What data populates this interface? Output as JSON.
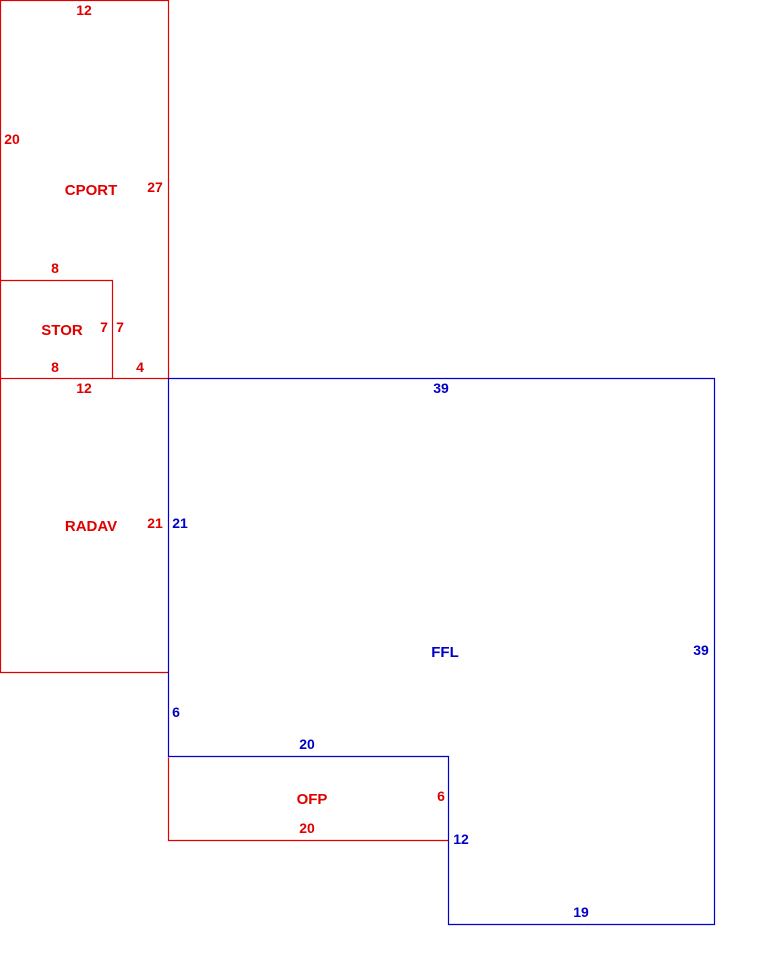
{
  "colors": {
    "red": "#e00000",
    "blue": "#0000c8"
  },
  "areas": {
    "cport": "CPORT",
    "stor": "STOR",
    "radav": "RADAV",
    "ffl": "FFL",
    "ofp": "OFP"
  },
  "dimensions": {
    "cport_top": "12",
    "cport_left": "20",
    "cport_right": "27",
    "stor_top": "8",
    "stor_right_inner": "7",
    "stor_right_outer": "7",
    "stor_bottom": "8",
    "stor_gap": "4",
    "radav_top": "12",
    "radav_right": "21",
    "ffl_top": "39",
    "ffl_left_upper": "21",
    "ffl_right": "39",
    "ffl_left_lower": "6",
    "ffl_notch_top": "20",
    "ofp_right": "6",
    "ofp_bottom": "20",
    "ffl_notch_side": "12",
    "ffl_bottom": "19"
  }
}
